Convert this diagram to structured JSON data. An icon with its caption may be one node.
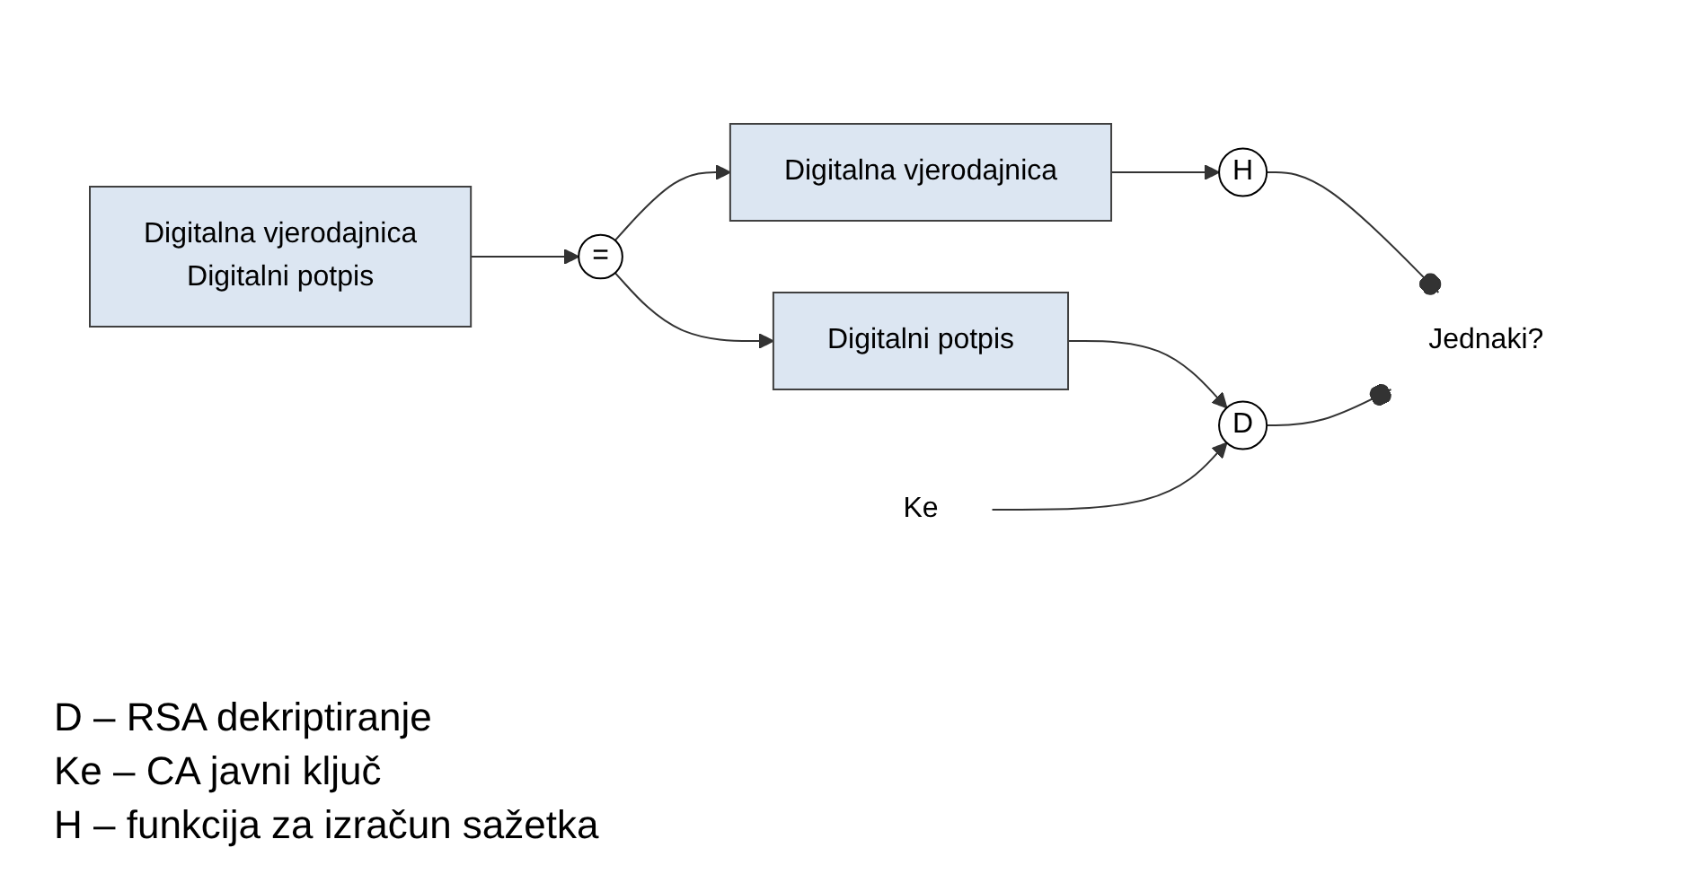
{
  "diagram": {
    "nodes": [
      {
        "text": [
          "Digitalna vjerodajnica",
          "Digitalni potpis"
        ]
      },
      {
        "text": [
          "="
        ]
      },
      {
        "text": [
          "Digitalna vjerodajnica"
        ]
      },
      {
        "text": [
          "H"
        ]
      },
      {
        "text": [
          "Jednaki?"
        ]
      },
      {
        "text": [
          "Digitalni potpis"
        ]
      },
      {
        "text": [
          "D"
        ]
      },
      {
        "text": [
          "Ke"
        ]
      }
    ],
    "edges": [
      {
        "from": 0,
        "to": 1,
        "arrow": "to"
      },
      {
        "from": 1,
        "to": 2,
        "arrow": "to"
      },
      {
        "from": 2,
        "to": 3,
        "arrow": "to"
      },
      {
        "from": 3,
        "to": 4,
        "arrow": "other"
      },
      {
        "from": 1,
        "to": 5,
        "arrow": "to"
      },
      {
        "from": 5,
        "to": 6,
        "arrow": "to"
      },
      {
        "from": 6,
        "to": 4,
        "arrow": "other"
      },
      {
        "from": 7,
        "to": 6,
        "arrow": "to"
      }
    ],
    "labels": [
      "D – RSA dekriptiranje",
      "Ke – CA javni ključ",
      "H – funkcija za izračun sažetka"
    ]
  }
}
